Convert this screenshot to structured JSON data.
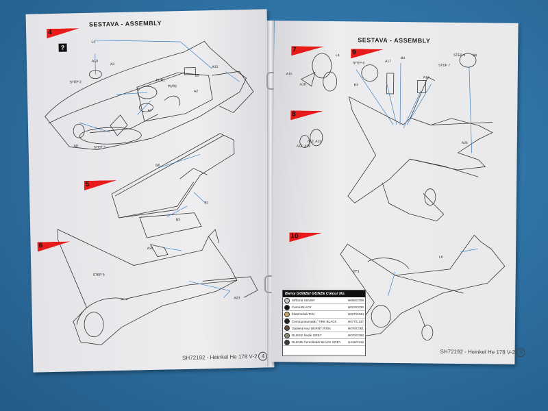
{
  "left_page": {
    "title": "SESTAVA  -  ASSEMBLY",
    "steps": [
      "4",
      "5",
      "6"
    ],
    "footer_text": "SH72192 - Heinkel He 178 V-2",
    "page_number": "4",
    "labels": {
      "l4": "L4",
      "a3": "A3",
      "a10": "A10",
      "a33": "A33",
      "step2": "STEP 2",
      "pur1": "PUR1",
      "pur2": "PUR2",
      "b5": "B5",
      "a2": "A2",
      "a7": "A7",
      "a8": "A8",
      "step3": "STEP 3",
      "b6": "B6",
      "b1": "B1",
      "b2": "B2",
      "a24": "A24",
      "step5": "STEP 5",
      "a23": "A23"
    }
  },
  "right_page": {
    "title": "SESTAVA  -  ASSEMBLY",
    "steps": [
      "7",
      "8",
      "9",
      "10"
    ],
    "footer_text": "SH72192 - Heinkel He 178 V-2",
    "page_number": "5",
    "labels": {
      "l4": "L4",
      "a15": "A15",
      "a16": "A16",
      "a12a13": "A12, A13",
      "a18a19": "A18, A19",
      "step6": "STEP 6",
      "a17": "A17",
      "b4": "B4",
      "b3": "B3",
      "a14": "A14",
      "step4": "STEP 4",
      "b8": "B8",
      "step7": "STEP 7",
      "a25": "A25",
      "l6": "L6",
      "cp1": "CP1"
    }
  },
  "legend": {
    "title": "Barvy GUNZE/ GUNZE Colour No.",
    "rows": [
      {
        "name": "Stříbrná SILVER",
        "code": "H008/C008",
        "color": "#c8c8c8"
      },
      {
        "name": "Černá BLACK",
        "code": "H012/C033",
        "color": "#111111"
      },
      {
        "name": "Žlutohnědá TAN",
        "code": "H027/C044",
        "color": "#c9a66b"
      },
      {
        "name": "Černá pneumatik / TIRE BLACK",
        "code": "H077/C137",
        "color": "#222222"
      },
      {
        "name": "Opálený kov/ BURNT IRON",
        "code": "H076/C061",
        "color": "#5a4a40"
      },
      {
        "name": "RLM 02 Šedá/ GREY",
        "code": "H070/C060",
        "color": "#8a8c7a"
      },
      {
        "name": "RLM 66 Černošedá/ BLACK GREY",
        "code": "H416/C116",
        "color": "#3a3d42"
      }
    ]
  },
  "colors": {
    "accent_red": "#e81b1b",
    "background_blue": "#2f73a6",
    "paper": "#ebebed",
    "line_blue": "#3a7fc4"
  }
}
